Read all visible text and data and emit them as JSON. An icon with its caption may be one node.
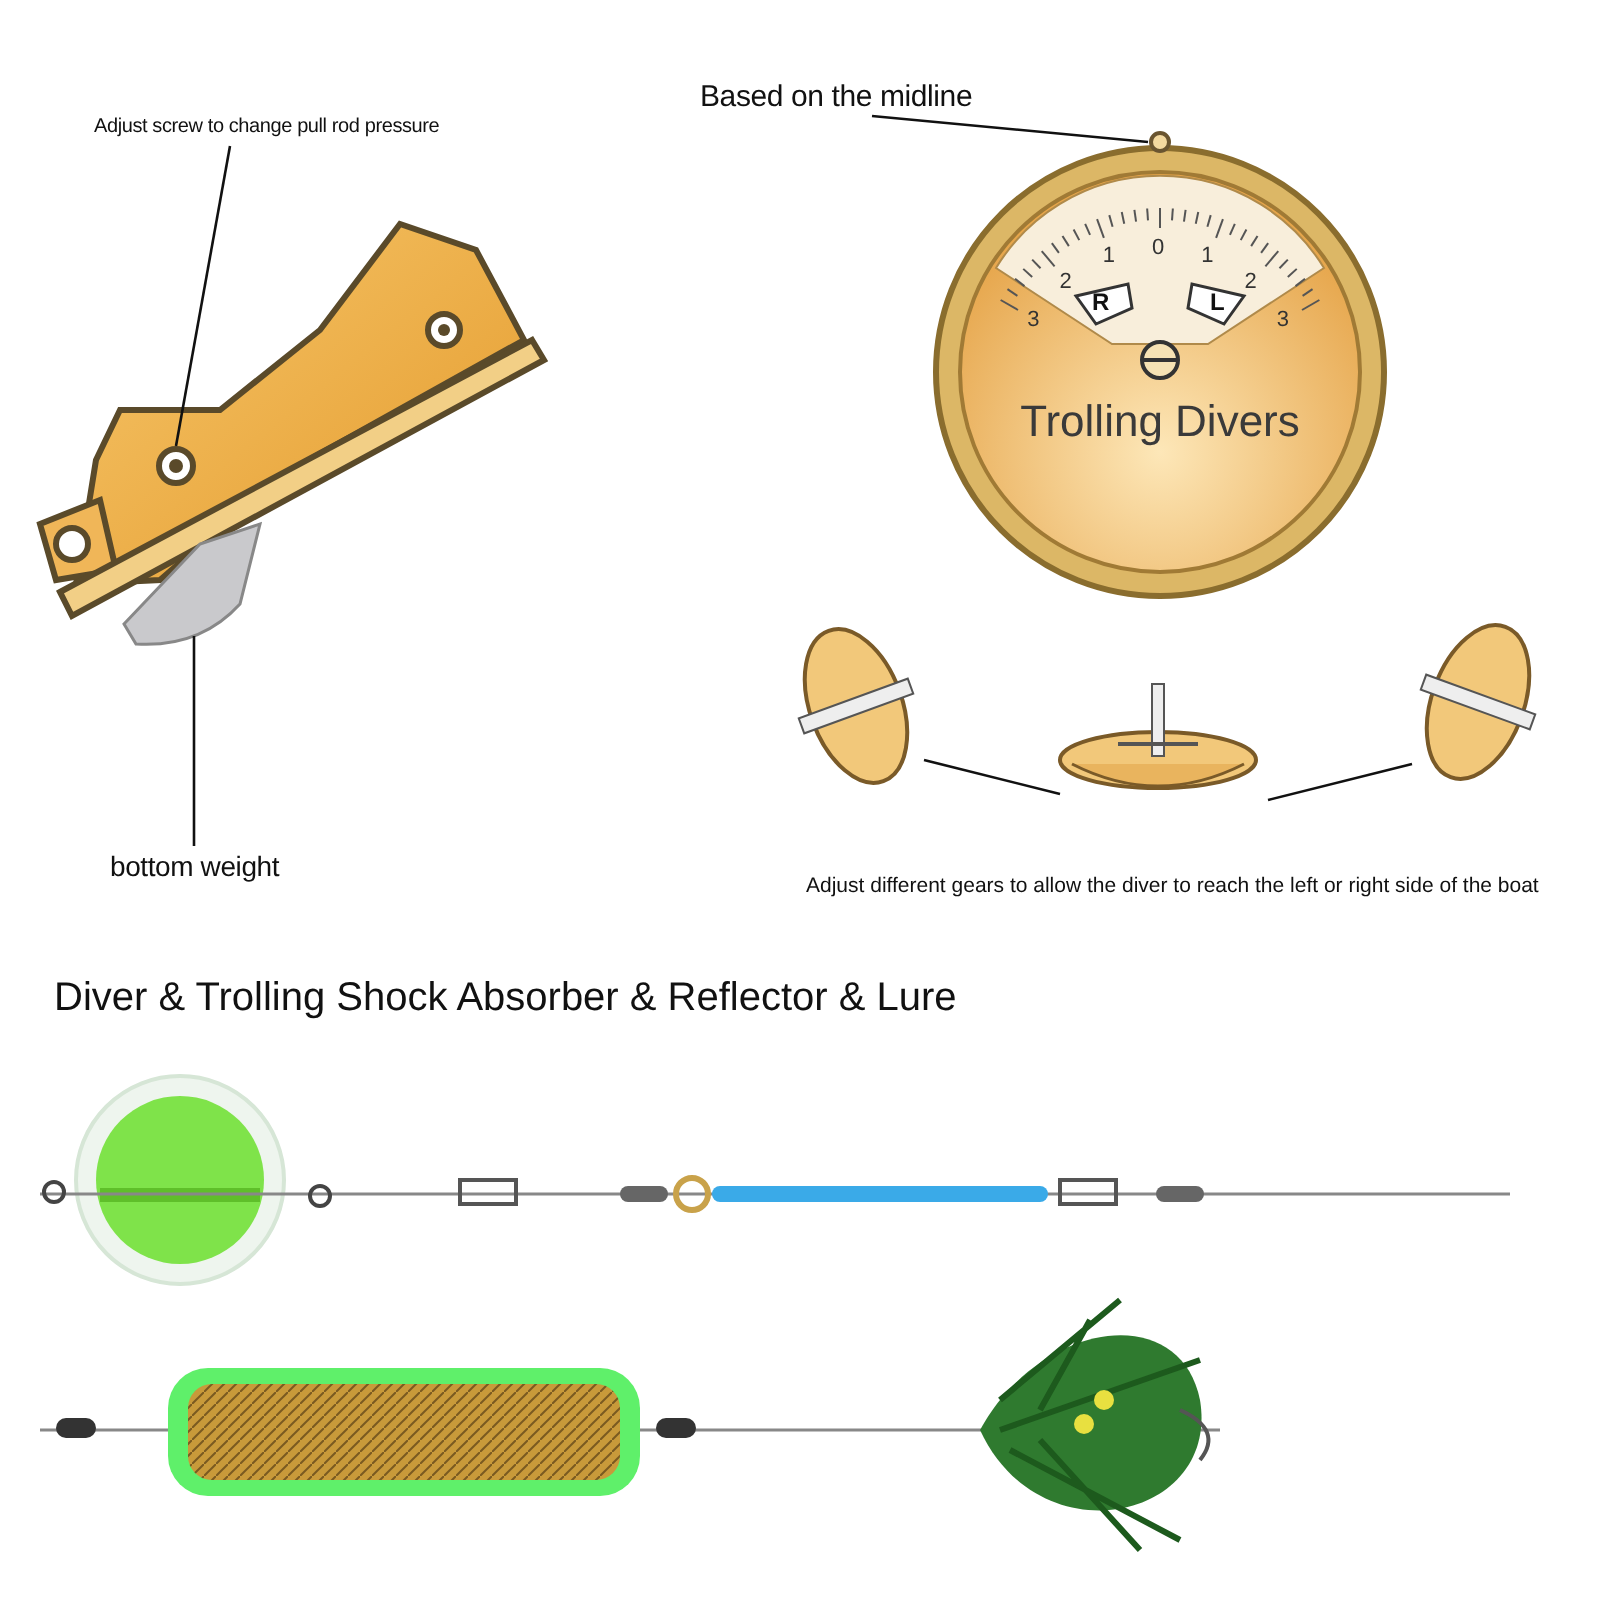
{
  "diagram": {
    "nodes": [
      {
        "text": [
          "Adjust screw to change pull rod pressure"
        ]
      },
      {
        "text": [],
        "shape": "circle"
      },
      {
        "text": [
          "bottom weight"
        ]
      },
      {
        "text": [],
        "shape": "picture"
      },
      {
        "text": [
          "Based on the midline"
        ]
      },
      {
        "text": [
          "Trolling Divers"
        ]
      },
      {
        "text": [],
        "shape": "circle",
        "in": 5
      },
      {
        "text": [],
        "shape": "picture"
      },
      {
        "text": [],
        "shape": "picture"
      },
      {
        "text": [],
        "shape": "picture"
      }
    ],
    "edges": [
      {
        "from": 0,
        "to": 1,
        "arrow": "none"
      },
      {
        "from": 2,
        "to": 3,
        "arrow": "none"
      },
      {
        "from": 4,
        "to": 6,
        "arrow": "none"
      },
      {
        "from": 7,
        "to": 8,
        "arrow": "none"
      },
      {
        "from": 8,
        "to": 9,
        "arrow": "none"
      }
    ],
    "labels": [
      "3",
      "2",
      "1",
      "0",
      "1",
      "2",
      "3",
      "R",
      "L",
      "Adjust different gears to allow the diver to reach the left or right side of the boat",
      "Diver & Trolling Shock Absorber & Reflector & Lure"
    ]
  }
}
